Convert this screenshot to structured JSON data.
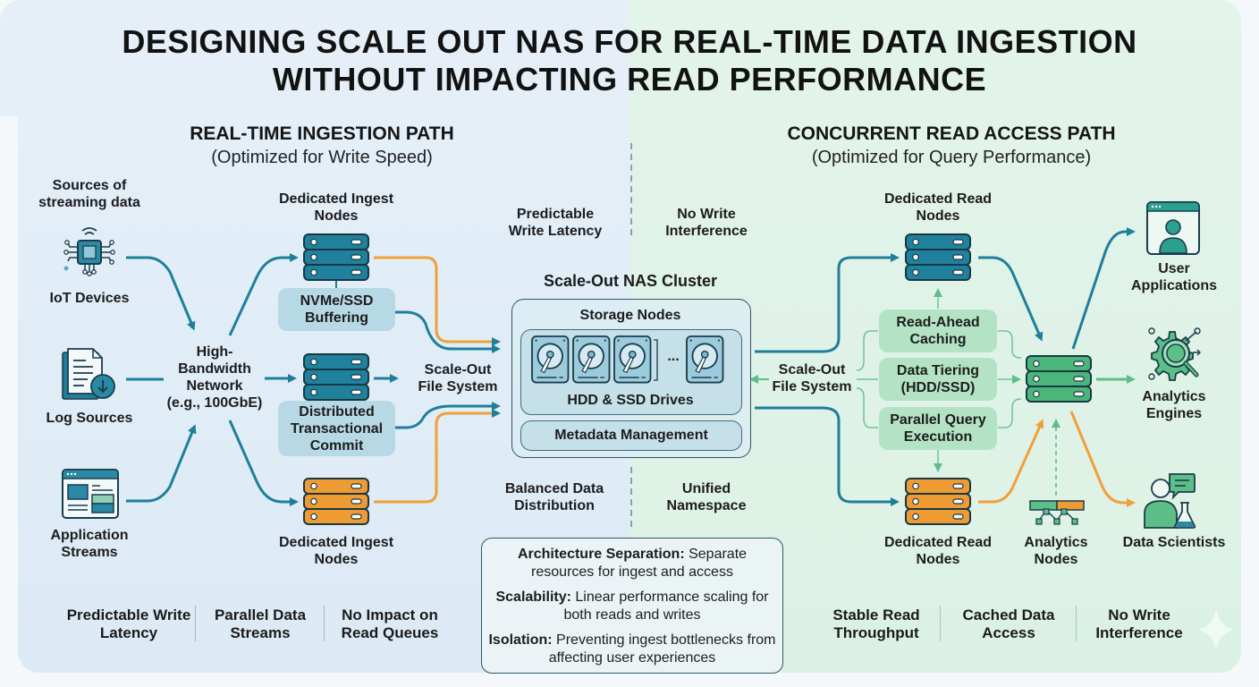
{
  "title": {
    "line1": "DESIGNING SCALE OUT NAS FOR REAL-TIME DATA INGESTION",
    "line2": "WITHOUT IMPACTING READ PERFORMANCE"
  },
  "colors": {
    "teal": "#1f7f9a",
    "orange": "#f0a03a",
    "green": "#4fb57c",
    "ingest_bg": "#e4eef7",
    "read_bg": "#e1f3e8"
  },
  "ingest_path": {
    "heading": "REAL-TIME INGESTION PATH",
    "subheading": "(Optimized for Write Speed)",
    "sources_heading": "Sources of streaming data",
    "sources": [
      {
        "label": "IoT Devices",
        "icon": "iot-chip-icon"
      },
      {
        "label": "Log Sources",
        "icon": "log-document-icon"
      },
      {
        "label": "Application Streams",
        "icon": "application-window-icon"
      }
    ],
    "network": "High-Bandwidth Network (e.g., 100GbE)",
    "network_lines": [
      "High-",
      "Bandwidth",
      "Network",
      "(e.g., 100GbE)"
    ],
    "ingest_nodes_top": "Dedicated Ingest Nodes",
    "ingest_nodes_bottom": "Dedicated Ingest Nodes",
    "buffering": "NVMe/SSD Buffering",
    "commit": "Distributed Transactional Commit",
    "file_system": "Scale-Out File System",
    "features": [
      "Predictable Write Latency",
      "Parallel Data Streams",
      "No Impact on Read Queues"
    ]
  },
  "cluster": {
    "title": "Scale-Out NAS Cluster",
    "storage_nodes": "Storage Nodes",
    "drives": "HDD & SSD Drives",
    "ellipsis": "...",
    "metadata": "Metadata Management",
    "top_left_note": "Predictable Write Latency",
    "top_right_note": "No Write Interference",
    "bottom_left_note": "Balanced Data Distribution",
    "bottom_right_note": "Unified Namespace"
  },
  "summary": [
    {
      "term": "Architecture Separation:",
      "text": " Separate resources for ingest and access"
    },
    {
      "term": "Scalability:",
      "text": " Linear performance scaling for both reads and writes"
    },
    {
      "term": "Isolation:",
      "text": " Preventing ingest bottlenecks from affecting user experiences"
    }
  ],
  "read_path": {
    "heading": "CONCURRENT READ ACCESS PATH",
    "subheading": "(Optimized for Query Performance)",
    "file_system": "Scale-Out File System",
    "read_nodes_top": "Dedicated Read Nodes",
    "read_nodes_bottom": "Dedicated Read Nodes",
    "read_ahead": "Read-Ahead Caching",
    "tiering": "Data Tiering (HDD/SSD)",
    "parallel_query": "Parallel Query Execution",
    "analytics_nodes": "Analytics Nodes",
    "consumers": [
      {
        "label": "User Applications",
        "icon": "user-application-icon"
      },
      {
        "label": "Analytics Engines",
        "icon": "analytics-gear-icon"
      },
      {
        "label": "Data Scientists",
        "icon": "data-scientist-icon"
      }
    ],
    "features": [
      "Stable Read Throughput",
      "Cached Data Access",
      "No Write Interference"
    ]
  }
}
